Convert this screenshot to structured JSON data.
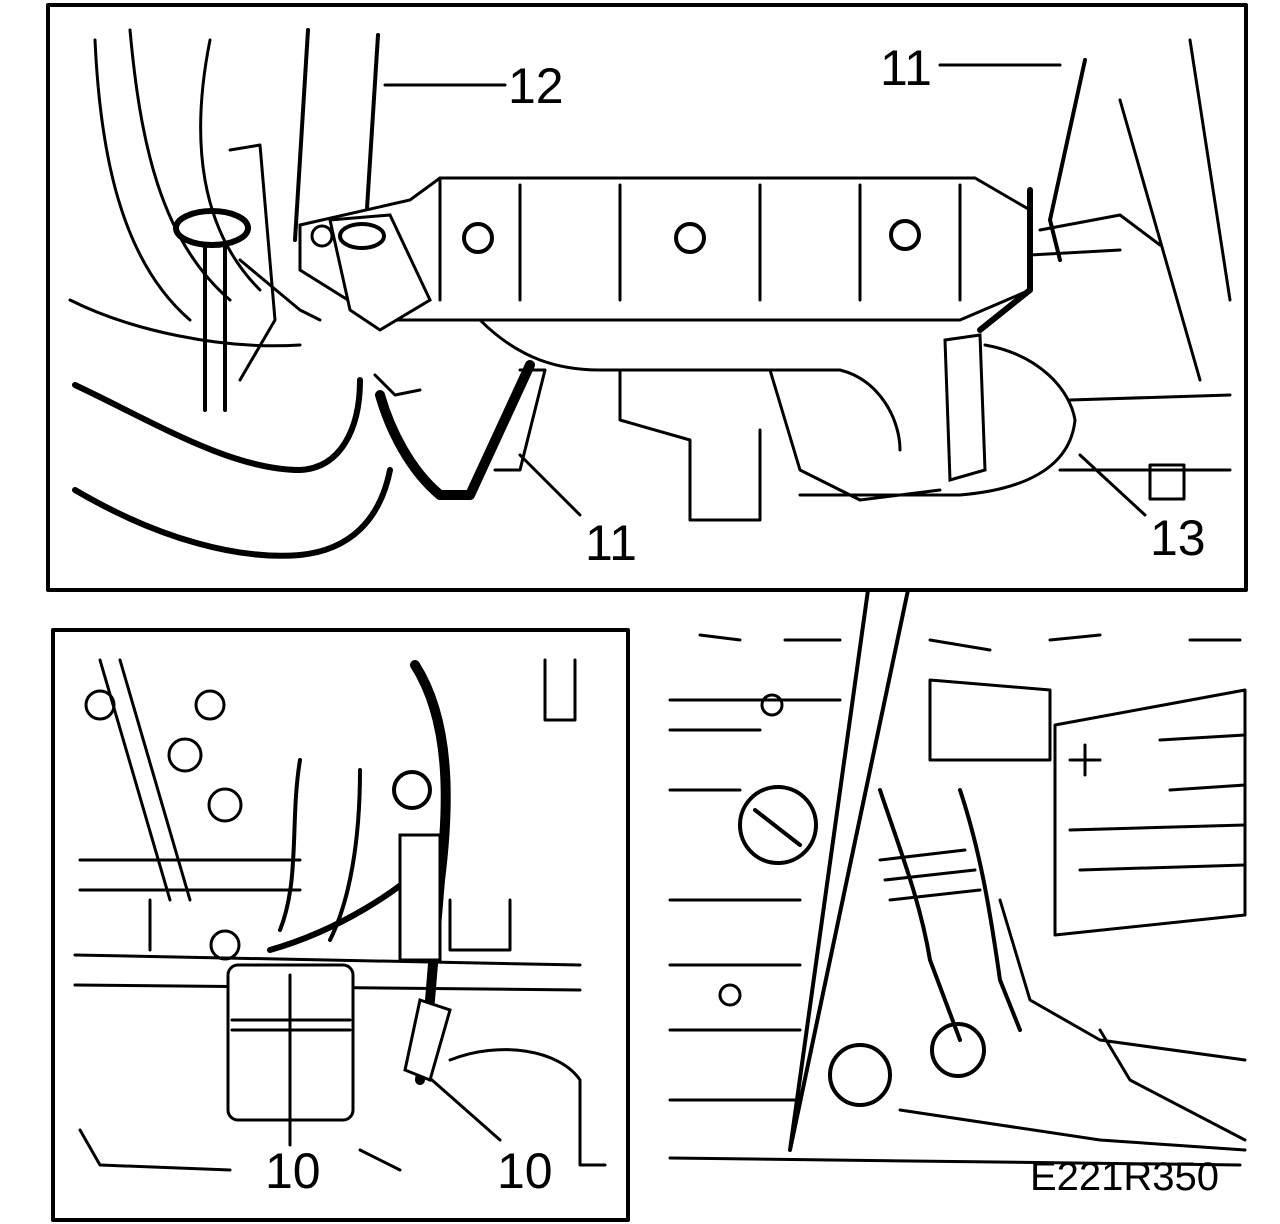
{
  "figure": {
    "code": "E221R350",
    "callouts": {
      "top": [
        {
          "id": "c12",
          "text": "12"
        },
        {
          "id": "c11a",
          "text": "11"
        },
        {
          "id": "c11b",
          "text": "11"
        },
        {
          "id": "c13",
          "text": "13"
        }
      ],
      "bottom_left": [
        {
          "id": "c10a",
          "text": "10"
        },
        {
          "id": "c10b",
          "text": "10"
        }
      ]
    }
  },
  "colors": {
    "ink": "#000000",
    "paper": "#ffffff"
  }
}
